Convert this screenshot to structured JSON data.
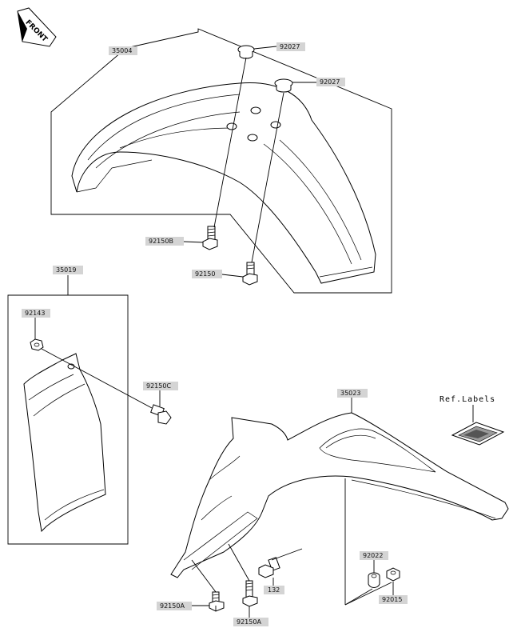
{
  "front_badge": "FRONT",
  "ref_labels_title": "Ref.Labels",
  "callouts": {
    "p35004": "35004",
    "p92027a": "92027",
    "p92027b": "92027",
    "p92150b": "92150B",
    "p92150": "92150",
    "p35019": "35019",
    "p92143": "92143",
    "p92150c": "92150C",
    "p35023": "35023",
    "p92022": "92022",
    "p132": "132",
    "p92015": "92015",
    "p92150a1": "92150A",
    "p92150a2": "92150A"
  }
}
